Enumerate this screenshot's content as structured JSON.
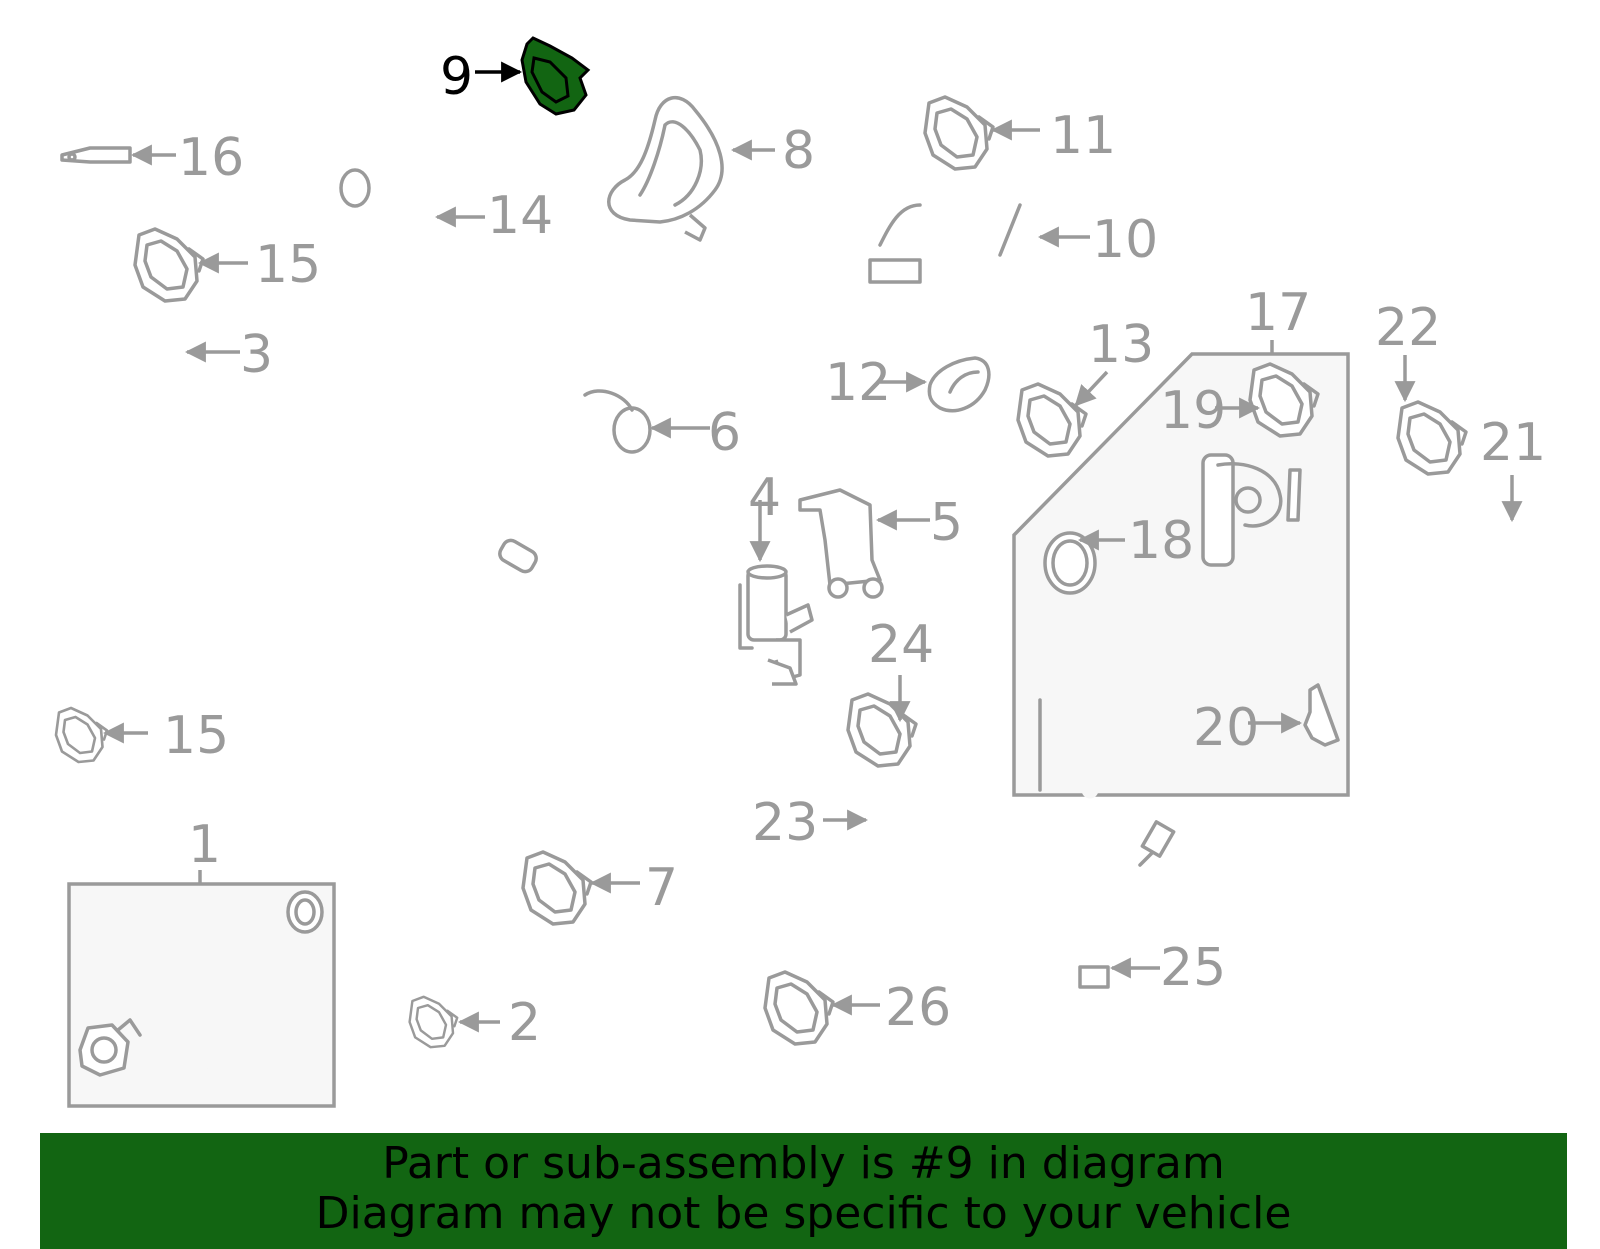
{
  "colors": {
    "highlight": "#126512",
    "part_line": "#9a9a9a",
    "label_default": "#9a9a9a",
    "label_highlight": "#000000",
    "banner_background": "#126512",
    "banner_text": "#000000"
  },
  "highlighted_part": "9",
  "callouts": {
    "c1": "1",
    "c2": "2",
    "c3": "3",
    "c4": "4",
    "c5": "5",
    "c6": "6",
    "c7": "7",
    "c8": "8",
    "c9": "9",
    "c10": "10",
    "c11": "11",
    "c12": "12",
    "c13": "13",
    "c14": "14",
    "c15a": "15",
    "c15b": "15",
    "c16": "16",
    "c17": "17",
    "c18": "18",
    "c19": "19",
    "c20": "20",
    "c21": "21",
    "c22": "22",
    "c23": "23",
    "c24": "24",
    "c25": "25",
    "c26": "26"
  },
  "banner": {
    "line1": "Part or sub-assembly is #9 in diagram",
    "line2": "Diagram may not be specific to your vehicle"
  }
}
